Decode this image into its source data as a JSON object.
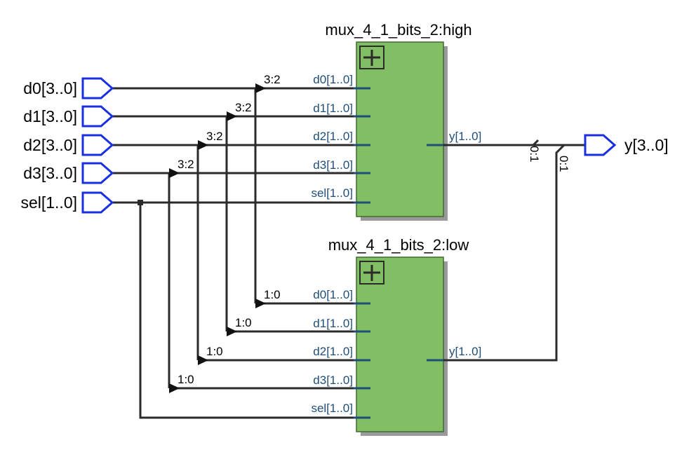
{
  "inputs": [
    {
      "name": "d0[3..0]"
    },
    {
      "name": "d1[3..0]"
    },
    {
      "name": "d2[3..0]"
    },
    {
      "name": "d3[3..0]"
    },
    {
      "name": "sel[1..0]"
    }
  ],
  "output": {
    "name": "y[3..0]"
  },
  "blocks": [
    {
      "title": "mux_4_1_bits_2:high",
      "ports_in": [
        "d0[1..0]",
        "d1[1..0]",
        "d2[1..0]",
        "d3[1..0]",
        "sel[1..0]"
      ],
      "port_out": "y[1..0]",
      "slice": "3:2",
      "out_slice": "0:1"
    },
    {
      "title": "mux_4_1_bits_2:low",
      "ports_in": [
        "d0[1..0]",
        "d1[1..0]",
        "d2[1..0]",
        "d3[1..0]",
        "sel[1..0]"
      ],
      "port_out": "y[1..0]",
      "slice": "1:0",
      "out_slice": "0:1"
    }
  ],
  "colors": {
    "block_fill": "#82be64",
    "block_border": "#3d6b2f",
    "block_shadow": "#9a9a9a",
    "wire": "#2b2b2b",
    "port_stub": "#1f4e79",
    "io_pin": "#1a2fe0"
  },
  "icons": {
    "block_expand": "plus-box-icon",
    "io_pin": "pentagon-pin-icon"
  }
}
